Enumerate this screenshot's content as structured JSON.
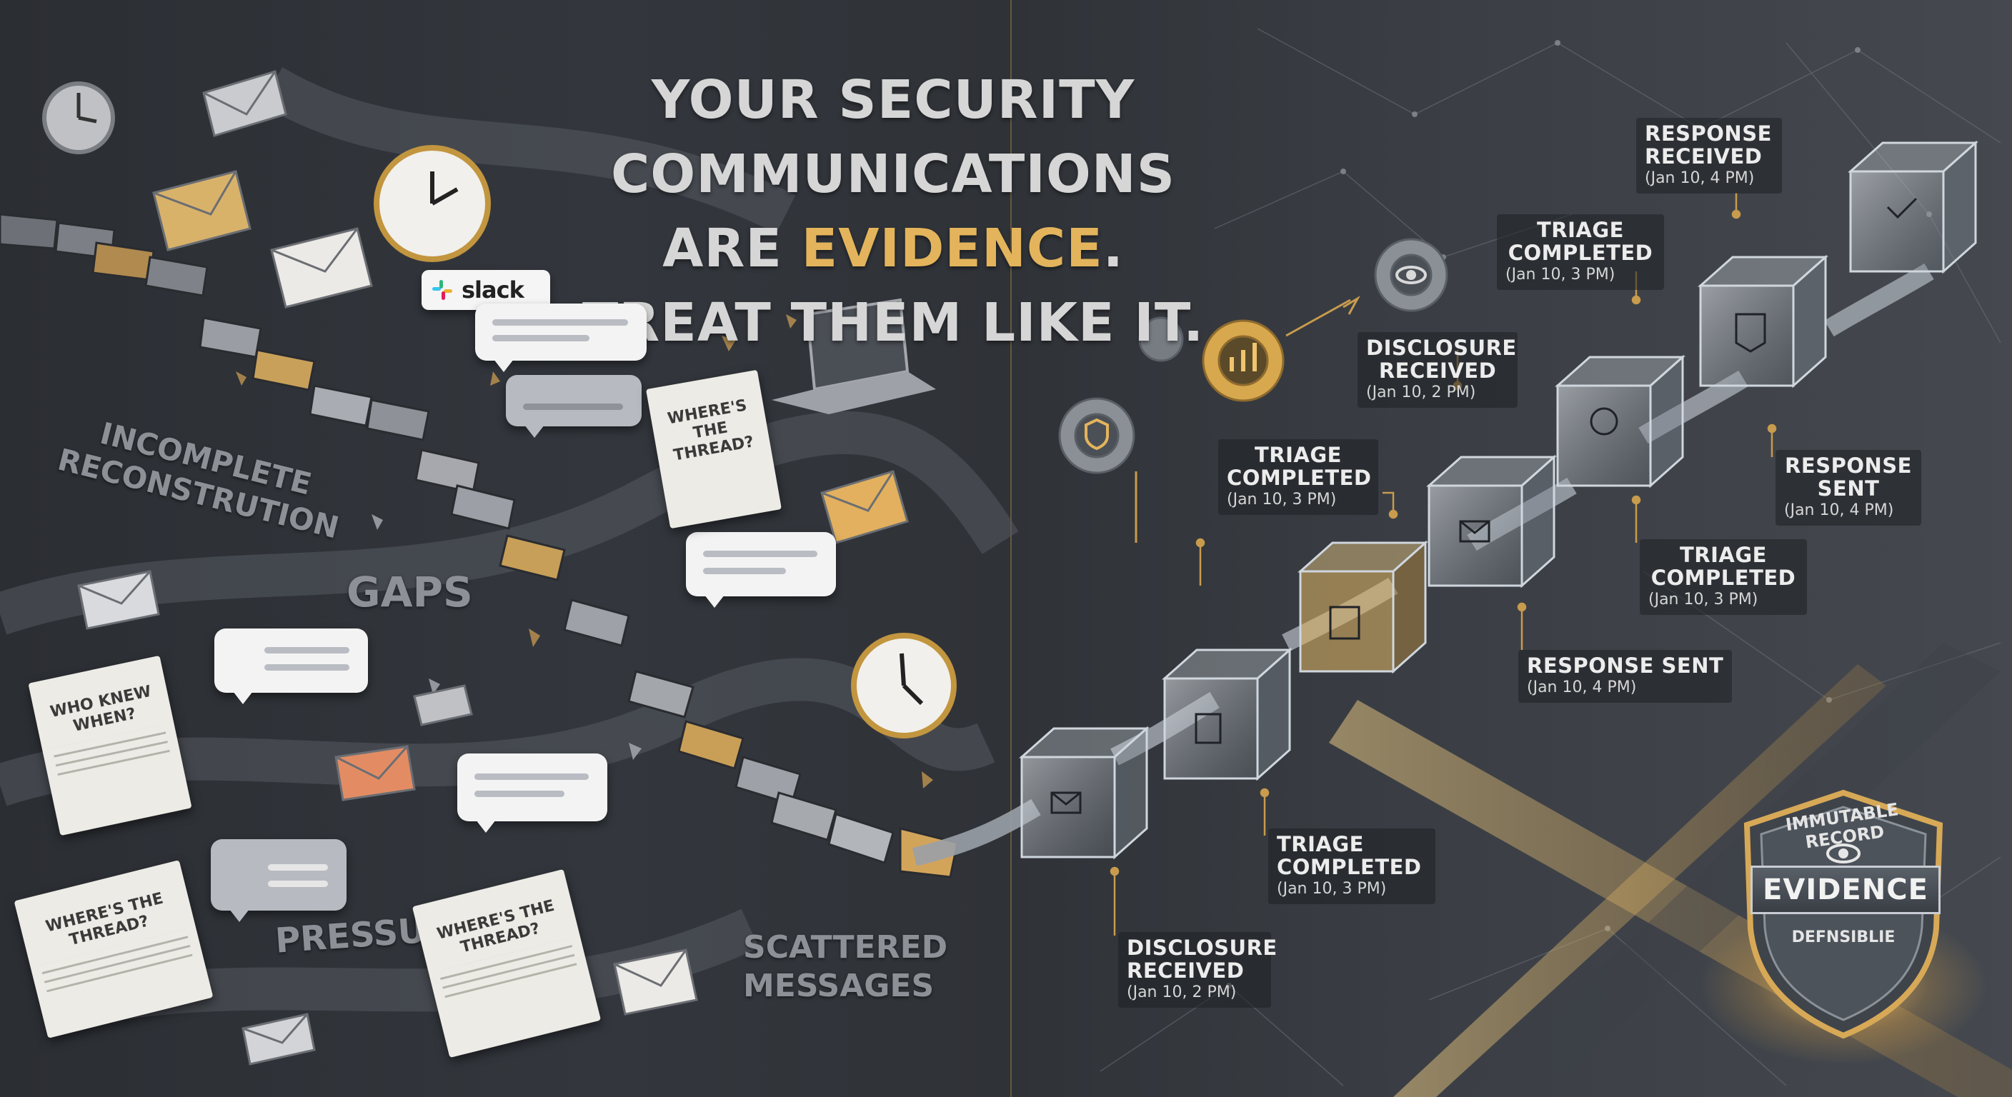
{
  "headline": {
    "line1": "YOUR SECURITY COMMUNICATIONS",
    "line2_pre": "ARE ",
    "line2_highlight": "EVIDENCE",
    "line2_post": ".",
    "line3": "TREAT THEM LIKE IT."
  },
  "chaos_labels": {
    "incomplete": "INCOMPLETE RECONSTRUTION",
    "gaps": "GAPS",
    "pressure": "PRESSURE",
    "scattered": "SCATTERED MESSAGES"
  },
  "notes": {
    "n1": "WHERE'S THE THREAD?",
    "n2": "WHO KNEW WHEN?",
    "n3": "WHERE'S THE THREAD?",
    "n4": "WHERE'S THE THREAD?"
  },
  "slack": {
    "label": "slack"
  },
  "timeline": [
    {
      "title": "DISCLOSURE RECEIVED",
      "date": "(Jan 10, 2 PM)"
    },
    {
      "title": "TRIAGE COMPLETED",
      "date": "(Jan 10, 3 PM)"
    },
    {
      "title": "TRIAGE COMPLETED",
      "date": "(Jan 10, 3 PM)"
    },
    {
      "title": "DISCLOSURE RECEIVED",
      "date": "(Jan 10, 2 PM)"
    },
    {
      "title": "TRIAGE COMPLETED",
      "date": "(Jan 10, 3 PM)"
    },
    {
      "title": "RESPONSE RECEIVED",
      "date": "(Jan 10, 4 PM)"
    },
    {
      "title": "RESPONSE SENT",
      "date": "(Jan 10, 4 PM)"
    },
    {
      "title": "TRIAGE COMPLETED",
      "date": "(Jan 10, 3 PM)"
    },
    {
      "title": "RESPONSE SENT",
      "date": "(Jan 10, 4 PM)"
    }
  ],
  "badge": {
    "top": "IMMUTABLE RECORD",
    "center": "EVIDENCE",
    "bottom": "DEFNSIBLIE"
  },
  "colors": {
    "gold": "#e3b45c",
    "bg": "#2f3237",
    "text": "#d6d6d6"
  },
  "icons": [
    "clock-icon",
    "envelope-icon",
    "slack-icon",
    "laptop-icon",
    "gear-icon",
    "eye-icon",
    "shield-icon",
    "chart-icon",
    "chain-icon",
    "cube-icon"
  ]
}
